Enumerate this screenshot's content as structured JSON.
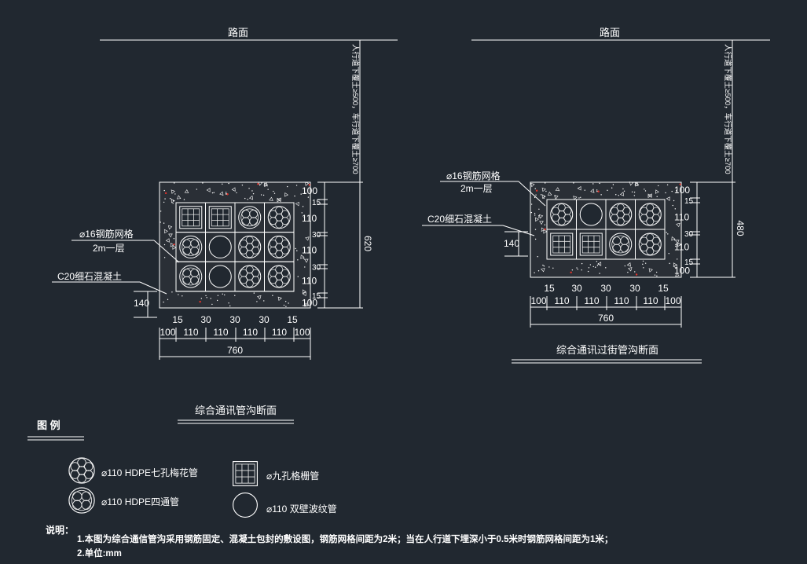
{
  "colors": {
    "background": "#212830",
    "line": "#ffffff",
    "concrete": "#2a2f36",
    "red_dot": "#e2322a"
  },
  "icons": {
    "seven_hole": "seven-hole-plum-pipe-icon",
    "four_way": "four-way-pipe-icon",
    "nine_grid": "nine-grid-pipe-icon",
    "corrugated": "double-wall-corrugated-pipe-icon"
  },
  "left": {
    "road_label": "路面",
    "depth_note": "人行道下覆土≥500，车行道下覆土≥700",
    "mesh_label": "⌀16钢筋网格",
    "mesh_spacing": "2m一层",
    "concrete_label": "C20细石混凝土",
    "side_dim": "140",
    "v_dims": [
      "100",
      "15",
      "110",
      "30",
      "110",
      "30",
      "110",
      "15",
      "100"
    ],
    "total_height": "620",
    "h_gaps": [
      "15",
      "30",
      "30",
      "30",
      "15"
    ],
    "h_pipes": [
      "100",
      "110",
      "110",
      "110",
      "110",
      "100"
    ],
    "total_width": "760",
    "title": "综合通讯管沟断面",
    "grid": [
      [
        "nine_grid",
        "nine_grid",
        "four_way",
        "seven_hole"
      ],
      [
        "four_way",
        "corrugated",
        "seven_hole",
        "seven_hole"
      ],
      [
        "four_way",
        "corrugated",
        "seven_hole",
        "seven_hole"
      ]
    ]
  },
  "right": {
    "road_label": "路面",
    "depth_note": "人行道下覆土≥500，车行道下覆土≥700",
    "mesh_label": "⌀16钢筋网格",
    "mesh_spacing": "2m一层",
    "concrete_label": "C20细石混凝土",
    "side_dim": "140",
    "v_dims": [
      "100",
      "15",
      "110",
      "30",
      "110",
      "15",
      "100"
    ],
    "total_height": "480",
    "h_gaps": [
      "15",
      "30",
      "30",
      "30",
      "15"
    ],
    "h_pipes": [
      "100",
      "110",
      "110",
      "110",
      "110",
      "100"
    ],
    "total_width": "760",
    "title": "综合通讯过街管沟断面",
    "grid": [
      [
        "seven_hole",
        "corrugated",
        "seven_hole",
        "seven_hole"
      ],
      [
        "nine_grid",
        "nine_grid",
        "four_way",
        "seven_hole"
      ]
    ]
  },
  "legend": {
    "title": "图 例",
    "items": [
      {
        "icon": "seven_hole",
        "label": "⌀110 HDPE七孔梅花管"
      },
      {
        "icon": "nine_grid",
        "label": "⌀九孔格栅管"
      },
      {
        "icon": "four_way",
        "label": "⌀110 HDPE四通管"
      },
      {
        "icon": "corrugated",
        "label": "⌀110 双壁波纹管"
      }
    ]
  },
  "notes": {
    "heading": "说明：",
    "line1": "1.本图为综合通信管沟采用钢筋固定、混凝土包封的敷设图，钢筋网格间距为2米；当在人行道下埋深小于0.5米时钢筋网格间距为1米；",
    "line2": "2.单位:mm"
  }
}
